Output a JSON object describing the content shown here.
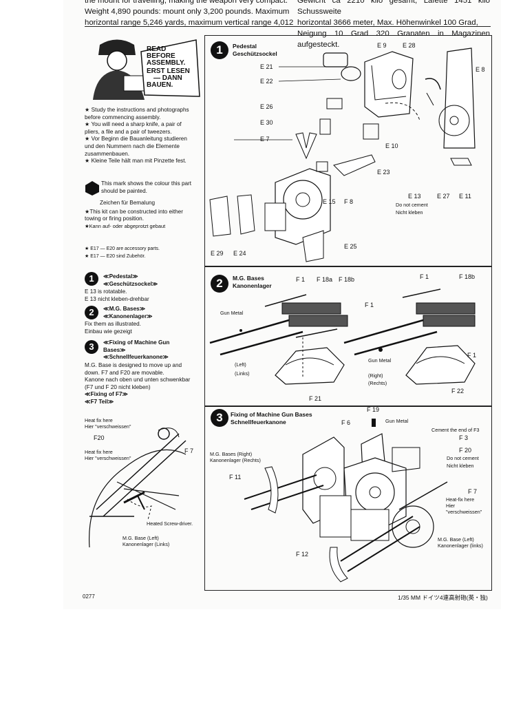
{
  "top_text": {
    "left_line1": "the mount for travelling, making the weapon very compact.",
    "left_line2": "Weight 4,890 pounds: mount only 3,200 pounds. Maximum",
    "left_line3": "horizontal range 5,246 yards, maximum vertical range 4,012",
    "right_line1": "Gewicht ca 2210 kilo gesamt, Lafette 1451 kilo Schussweite",
    "right_line2": "horizontal 3666 meter, Max. Höhenwinkel 100 Grad,",
    "right_line3": "Neigung 10 Grad 320 Granaten in Magazinen aufgesteckt."
  },
  "read_box": {
    "line1": "READ",
    "line2": "BEFORE",
    "line3": "ASSEMBLY.",
    "line4": "ERST LESEN",
    "line5": "— DANN",
    "line6": "BAUEN."
  },
  "intro": {
    "p1": "★ Study the instructions and photographs before commencing assembly.",
    "p2": "★ You will need a sharp knife, a pair of pliers, a file and a pair of tweezers.",
    "p3": "★ Vor Beginn die Bauanleitung studieren und den Nummern nach die Elemente zusammenbauen.",
    "p4": "★ Kleine Teile hält man mit Pinzette fest.",
    "paint_en": "This mark shows the colour this part should be painted.",
    "paint_de": "Zeichen für Bemalung",
    "p5": "★This kit can be constructed into either towing or firing position.",
    "p6": "★Kann auf- oder abgeprotzt gebaut",
    "acc_en": "★ E17 — E20 are accessory parts.",
    "acc_de": "★ E17 — E20 sind Zubehör."
  },
  "steps_left": {
    "s1_en": "≪Pedestal≫",
    "s1_de": "≪Geschützsockel≫",
    "s1_t1": "E 13 is rotatable.",
    "s1_t2": "E 13 nicht kleben-drehbar",
    "s2_en": "≪M.G. Bases≫",
    "s2_de": "≪Kanonenlager≫",
    "s2_t1": "Fix them as illustrated.",
    "s2_t2": "Einbau wie gezeigt",
    "s3_en": "≪Fixing of Machine Gun Bases≫",
    "s3_de": "≪Schnellfeuerkanone≫",
    "s3_t1": "M.G. Base is designed to move up and down. F7 and F20 are movable.",
    "s3_t2": "Kanone nach oben und unten schwenkbar",
    "s3_t3": "(F7 und F 20 nicht kleben)",
    "f7_en": "≪Fixing of F7≫",
    "f7_de": "≪F7 Teil≫",
    "heat1": "Heat fix here",
    "heat1_de": "Hier \"verschweissen\"",
    "f20": "F20",
    "heat2": "Heat fix here",
    "heat2_de": "Hier \"verschweissen\"",
    "f7": "F 7",
    "screwdriver": "Heated Screw-driver.",
    "mgbase": "M.G. Base (Left)",
    "mgbase_de": "Kanonenlager (Links)"
  },
  "panel1": {
    "num": "1",
    "title_en": "Pedestal",
    "title_de": "Geschützsockel",
    "labels": {
      "e21": "E 21",
      "e22": "E 22",
      "e26": "E 26",
      "e30": "E 30",
      "e7": "E 7",
      "e9": "E 9",
      "e28": "E 28",
      "e8": "E 8",
      "e10": "E 10",
      "e23": "E 23",
      "e15": "E 15",
      "f8": "F 8",
      "e13": "E 13",
      "e27": "E 27",
      "e11": "E 11",
      "e29": "E 29",
      "e24": "E 24",
      "e25": "E 25",
      "nocement": "Do not cement",
      "nichtkleben": "Nicht kleben"
    }
  },
  "panel2": {
    "num": "2",
    "title_en": "M.G. Bases",
    "title_de": "Kanonenlager",
    "labels": {
      "f1a": "F 1",
      "f18a": "F 18a",
      "f18b": "F 18b",
      "f1b": "F 1",
      "f1c": "F 1",
      "f18b2": "F 18b",
      "f1d": "F 1",
      "gunmetal1": "Gun Metal",
      "gunmetal2": "Gun Metal",
      "left": "(Left)",
      "links": "(Links)",
      "right": "(Right)",
      "rechts": "(Rechts)",
      "f21": "F 21",
      "f22": "F 22"
    }
  },
  "panel3": {
    "num": "3",
    "title_en": "Fixing of Machine Gun Bases",
    "title_de": "Schnellfeuerkanone",
    "labels": {
      "f19": "F 19",
      "f6": "F 6",
      "gunmetal": "Gun Metal",
      "cement": "Cement the end of F3",
      "f3": "F 3",
      "f20": "F 20",
      "nocement": "Do not cement",
      "nichtkleben": "Nicht kleben",
      "mgright": "M.G. Bases (Right)",
      "mgright_de": "Kanonenlager (Rechts)",
      "f11": "F 11",
      "f7": "F 7",
      "heatfix": "Heat-fix here",
      "hier": "Hier",
      "verschweissen": "\"verschweissen\"",
      "mgleft": "M.G. Base (Left)",
      "mgleft_de": "Kanonenlager (links)",
      "f12": "F 12"
    }
  },
  "footer": {
    "page": "0277",
    "caption": "1/35 MM ドイツ4連高射砲(英・独)"
  }
}
